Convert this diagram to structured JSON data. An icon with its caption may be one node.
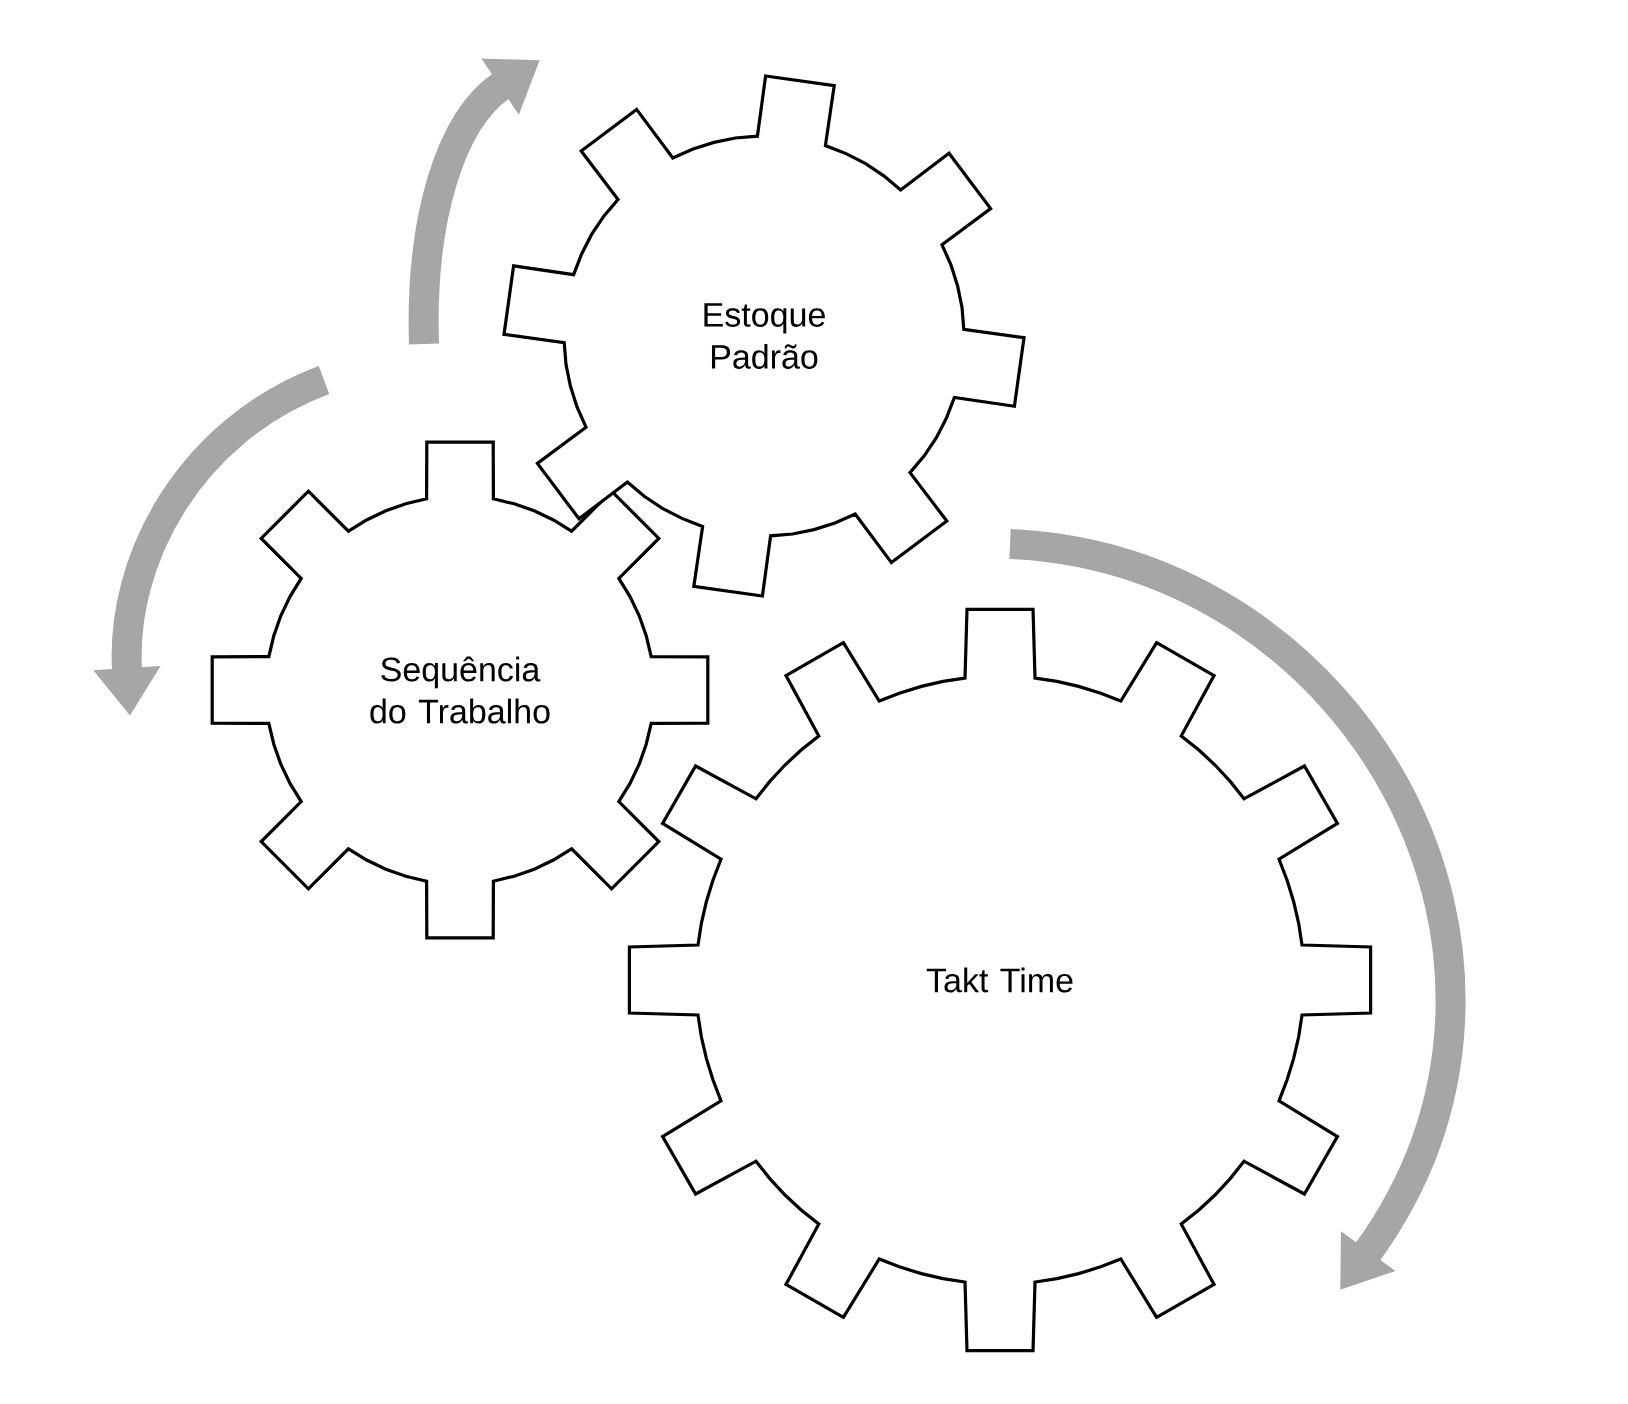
{
  "diagram": {
    "nodes": [
      {
        "text": [
          "Estoque Padrão"
        ]
      },
      {
        "text": [
          "Sequência do Trabalho"
        ]
      },
      {
        "text": [
          "Takt Time"
        ]
      }
    ]
  }
}
